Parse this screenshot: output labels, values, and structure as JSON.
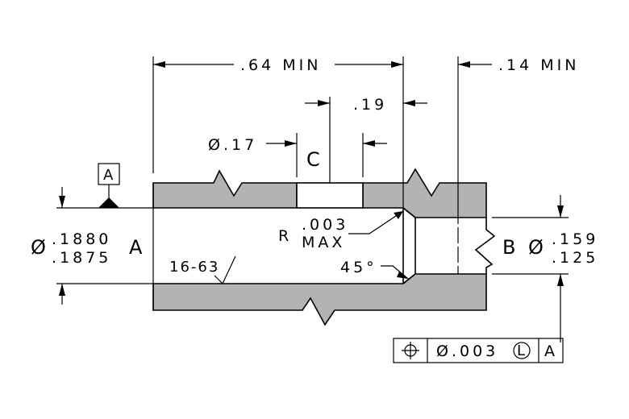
{
  "dims": {
    "overall_min": ".64 MIN",
    "right_min": ".14 MIN",
    "hole_offset": ".19",
    "hole_dia": "Ø.17",
    "datum_c": "C",
    "radius_r": "R",
    "radius_val": ".003",
    "radius_max": "MAX",
    "chamfer_angle": "45°",
    "finish": "16-63",
    "bore_prefix": "Ø",
    "bore_upper": ".1880",
    "bore_lower": ".1875",
    "bore_label": "A",
    "right_label": "B",
    "right_prefix": "Ø",
    "right_upper": ".159",
    "right_lower": ".125"
  },
  "datum_box": {
    "label": "A"
  },
  "fcf": {
    "symbol": "position",
    "tolerance": "Ø.003",
    "modifier": "L",
    "datum": "A"
  }
}
